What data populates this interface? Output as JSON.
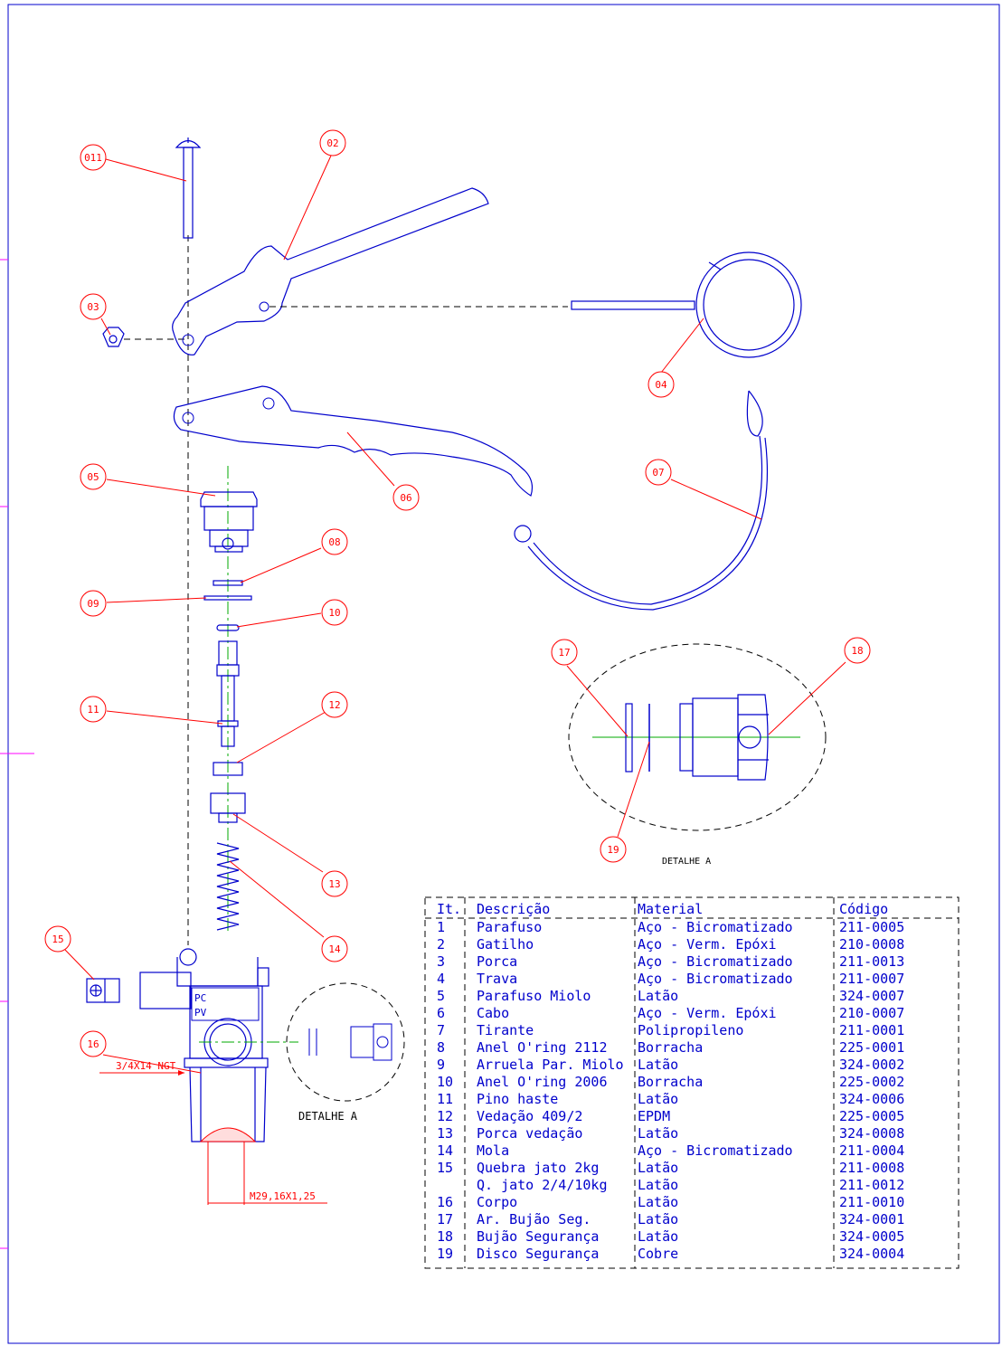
{
  "balloons": [
    "011",
    "02",
    "03",
    "04",
    "05",
    "06",
    "07",
    "08",
    "09",
    "10",
    "11",
    "12",
    "13",
    "14",
    "15",
    "16",
    "17",
    "18",
    "19"
  ],
  "markings": {
    "pc": "PC",
    "pv": "PV"
  },
  "detail_label": "DETALHE A",
  "dimensions": {
    "thread": "3/4X14 NGT",
    "metric": "M29,16X1,25"
  },
  "parts_table": {
    "headers": [
      "It.",
      "Descrição",
      "Material",
      "Código"
    ],
    "rows": [
      [
        "1",
        "Parafuso",
        "Aço - Bicromatizado",
        "211-0005"
      ],
      [
        "2",
        "Gatilho",
        "Aço - Verm. Epóxi",
        "210-0008"
      ],
      [
        "3",
        "Porca",
        "Aço - Bicromatizado",
        "211-0013"
      ],
      [
        "4",
        "Trava",
        "Aço - Bicromatizado",
        "211-0007"
      ],
      [
        "5",
        "Parafuso Miolo",
        "Latão",
        "324-0007"
      ],
      [
        "6",
        "Cabo",
        "Aço - Verm. Epóxi",
        "210-0007"
      ],
      [
        "7",
        "Tirante",
        "Polipropileno",
        "211-0001"
      ],
      [
        "8",
        "Anel O'ring 2112",
        "Borracha",
        "225-0001"
      ],
      [
        "9",
        "Arruela Par. Miolo",
        "Latão",
        "324-0002"
      ],
      [
        "10",
        "Anel O'ring 2006",
        "Borracha",
        "225-0002"
      ],
      [
        "11",
        "Pino haste",
        "Latão",
        "324-0006"
      ],
      [
        "12",
        "Vedação 409/2",
        "EPDM",
        "225-0005"
      ],
      [
        "13",
        "Porca vedação",
        "Latão",
        "324-0008"
      ],
      [
        "14",
        "Mola",
        "Aço - Bicromatizado",
        "211-0004"
      ],
      [
        "15",
        "Quebra jato 2kg",
        "Latão",
        "211-0008"
      ],
      [
        "",
        "Q. jato 2/4/10kg",
        "Latão",
        "211-0012"
      ],
      [
        "16",
        "Corpo",
        "Latão",
        "211-0010"
      ],
      [
        "17",
        "Ar. Bujão Seg.",
        "Latão",
        "324-0001"
      ],
      [
        "18",
        "Bujão Segurança",
        "Latão",
        "324-0005"
      ],
      [
        "19",
        "Disco Segurança",
        "Cobre",
        "324-0004"
      ]
    ]
  },
  "colors": {
    "outline": "#0000cc",
    "leader": "#ff0000",
    "centerline": "#00aa00",
    "border": "#0000cc"
  }
}
